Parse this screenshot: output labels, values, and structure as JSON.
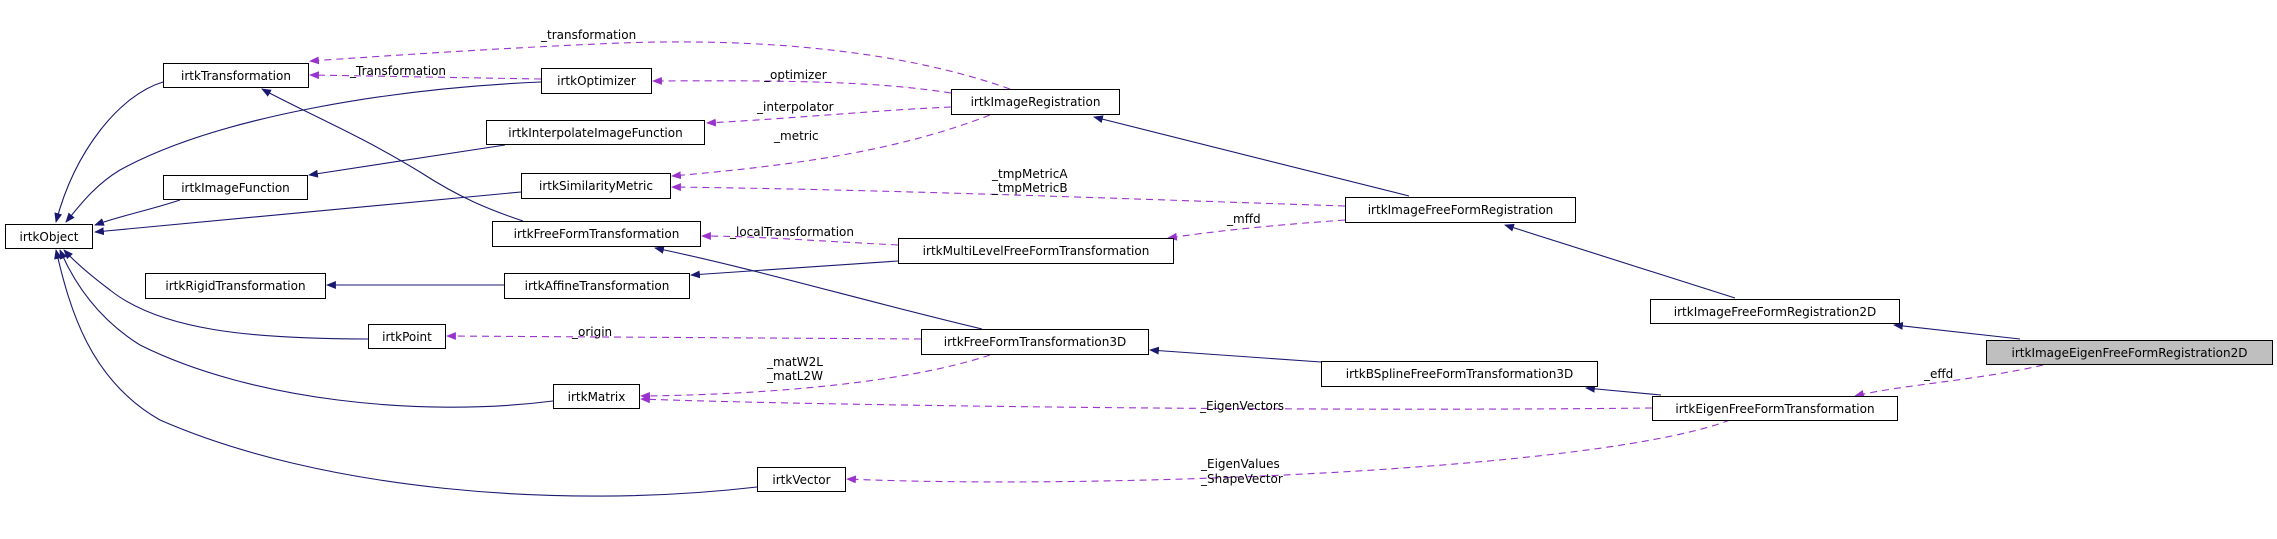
{
  "nodes": {
    "object": "irtkObject",
    "transformation": "irtkTransformation",
    "optimizer": "irtkOptimizer",
    "interpolate_image_function": "irtkInterpolateImageFunction",
    "image_function": "irtkImageFunction",
    "similarity_metric": "irtkSimilarityMetric",
    "free_form_transformation": "irtkFreeFormTransformation",
    "rigid_transformation": "irtkRigidTransformation",
    "affine_transformation": "irtkAffineTransformation",
    "point": "irtkPoint",
    "matrix": "irtkMatrix",
    "vector": "irtkVector",
    "image_registration": "irtkImageRegistration",
    "image_free_form_registration": "irtkImageFreeFormRegistration",
    "multi_level_ffd": "irtkMultiLevelFreeFormTransformation",
    "ffd_3d": "irtkFreeFormTransformation3D",
    "bspline_ffd_3d": "irtkBSplineFreeFormTransformation3D",
    "image_free_form_registration_2d": "irtkImageFreeFormRegistration2D",
    "image_eigen_ffr_2d": "irtkImageEigenFreeFormRegistration2D",
    "eigen_ffd": "irtkEigenFreeFormTransformation"
  },
  "edge_labels": {
    "transformation_lower": "_transformation",
    "transformation_upper": "_Transformation",
    "optimizer": "_optimizer",
    "interpolator": "_interpolator",
    "metric": "_metric",
    "tmp_metric_a": "_tmpMetricA",
    "tmp_metric_b": "_tmpMetricB",
    "mffd": "_mffd",
    "local_transformation": "_localTransformation",
    "origin": "_origin",
    "mat_w2l": "_matW2L",
    "mat_l2w": "_matL2W",
    "eigen_vectors": "_EigenVectors",
    "eigen_values": "_EigenValues",
    "shape_vector": "_ShapeVector",
    "effd": "_effd"
  },
  "colors": {
    "inheritance": "#191970",
    "usage": "#9a32cd",
    "current_node": "#bfbfbf"
  }
}
